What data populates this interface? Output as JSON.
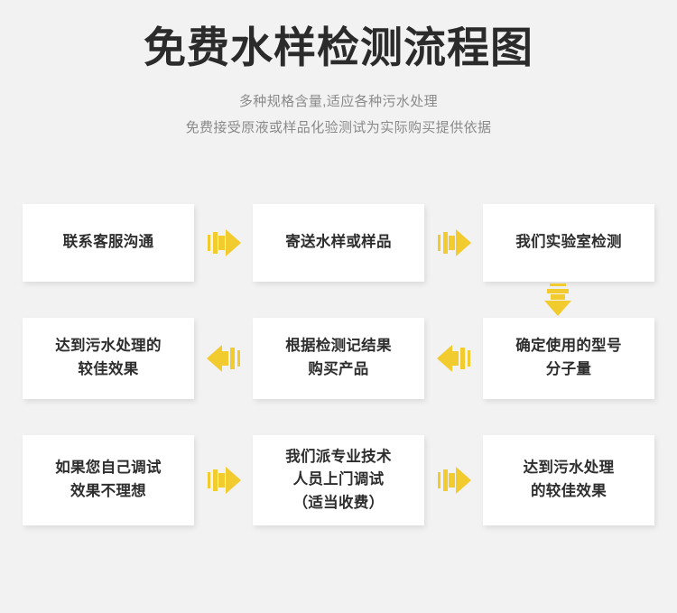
{
  "header": {
    "title": "免费水样检测流程图",
    "subtitles": [
      "多种规格含量,适应各种污水处理",
      "免费接受原液或样品化验测试为实际购买提供依据"
    ]
  },
  "colors": {
    "page_background": "#f2f2f2",
    "card_background": "#ffffff",
    "title_text": "#2b2b2b",
    "subtitle_text": "#8a8a8a",
    "card_text": "#2e2e2e",
    "arrow_yellow": "#f2cb2e"
  },
  "flow": {
    "rows": [
      {
        "direction": "right",
        "cells": [
          {
            "label": "联系客服沟通"
          },
          {
            "label": "寄送水样或样品"
          },
          {
            "label": "我们实验室检测"
          }
        ],
        "connectors": [
          {
            "icon": "arrow-right-icon",
            "label": "向右箭头"
          },
          {
            "icon": "arrow-right-icon",
            "label": "向右箭头"
          }
        ]
      },
      {
        "direction": "left",
        "cells": [
          {
            "label": "达到污水处理的\n较佳效果"
          },
          {
            "label": "根据检测记结果\n购买产品"
          },
          {
            "label": "确定使用的型号\n分子量"
          }
        ],
        "connectors": [
          {
            "icon": "arrow-left-icon",
            "label": "向左箭头"
          },
          {
            "icon": "arrow-left-icon",
            "label": "向左箭头"
          }
        ]
      },
      {
        "direction": "right",
        "cells": [
          {
            "label": "如果您自己调试\n效果不理想"
          },
          {
            "label": "我们派专业技术\n人员上门调试\n（适当收费）"
          },
          {
            "label": "达到污水处理\n的较佳效果"
          }
        ],
        "connectors": [
          {
            "icon": "arrow-right-icon",
            "label": "向右箭头"
          },
          {
            "icon": "arrow-right-icon",
            "label": "向右箭头"
          }
        ]
      }
    ],
    "vertical_connector": {
      "icon": "arrow-down-icon",
      "label": "向下箭头",
      "from": "我们实验室检测",
      "to": "确定使用的型号分子量"
    }
  }
}
